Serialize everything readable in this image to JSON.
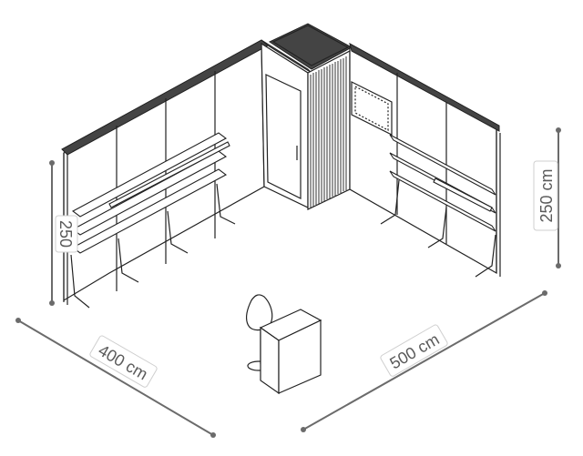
{
  "dimensions": {
    "left_width": "400 cm",
    "right_width": "500 cm",
    "height_right": "250 cm",
    "height_left": "250"
  },
  "colors": {
    "line": "#222222",
    "dimension": "#6b6b6b",
    "label_text": "#5a5a5a",
    "background": "#ffffff"
  },
  "elements": {
    "door": "door",
    "storage_column": "slatted-storage-column",
    "counter": "reception-counter",
    "chair": "chair",
    "wall_panel_frame": "picture-frame"
  }
}
